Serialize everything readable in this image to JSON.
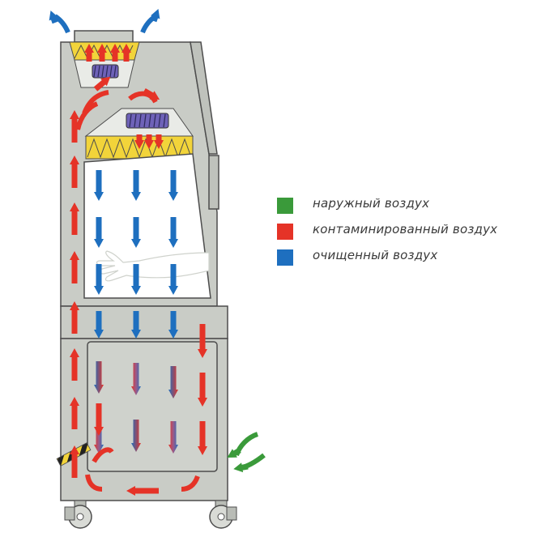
{
  "colors": {
    "cabinet_fill": "#c9ccc6",
    "cabinet_stroke": "#4d4d4d",
    "filter_yellow": "#f2d43a",
    "filter_purple": "#6e62b8",
    "glass": "#ffffff",
    "outside_air": "#3a9a3a",
    "contaminated_air": "#e53327",
    "clean_air": "#1e6fbf",
    "hazard_black": "#222222"
  },
  "legend": [
    {
      "label": "наружный воздух",
      "color": "#3a9a3a"
    },
    {
      "label": "контаминированный воздух",
      "color": "#e53327"
    },
    {
      "label": "очищенный воздух",
      "color": "#1e6fbf"
    }
  ],
  "icons": {
    "arrow": "arrow-icon",
    "fan": "fan-icon",
    "filter": "hepa-filter-icon",
    "wheel": "caster-wheel-icon",
    "arm": "arm-glove-icon"
  }
}
